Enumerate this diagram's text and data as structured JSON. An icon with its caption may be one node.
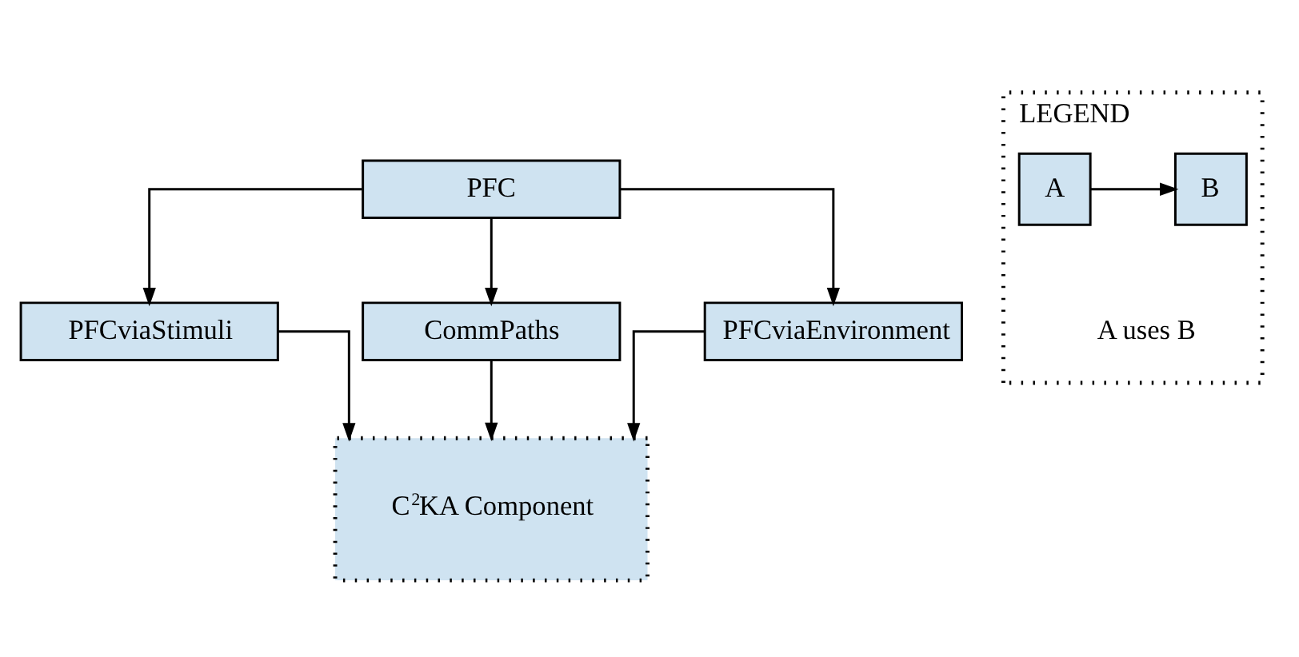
{
  "diagram": {
    "nodes": [
      {
        "text": [
          "PFC"
        ]
      },
      {
        "text": [
          "PFCviaStimuli"
        ]
      },
      {
        "text": [
          "CommPaths"
        ]
      },
      {
        "text": [
          "PFCviaEnvironment"
        ]
      },
      {
        "text": [
          "C$^{2}$KA Component"
        ]
      },
      {
        "text": [
          "LEGEND",
          "A uses B"
        ]
      },
      {
        "text": [
          "A"
        ],
        "in": 5
      },
      {
        "text": [
          "B"
        ],
        "in": 5
      }
    ],
    "edges": [
      {
        "from": 0,
        "to": 1,
        "arrow": "to"
      },
      {
        "from": 0,
        "to": 2,
        "arrow": "to"
      },
      {
        "from": 0,
        "to": 3,
        "arrow": "to"
      },
      {
        "from": 1,
        "to": 4,
        "arrow": "to"
      },
      {
        "from": 2,
        "to": 4,
        "arrow": "to"
      },
      {
        "from": 3,
        "to": 4,
        "arrow": "to"
      },
      {
        "from": 6,
        "to": 7,
        "arrow": "to"
      }
    ]
  }
}
